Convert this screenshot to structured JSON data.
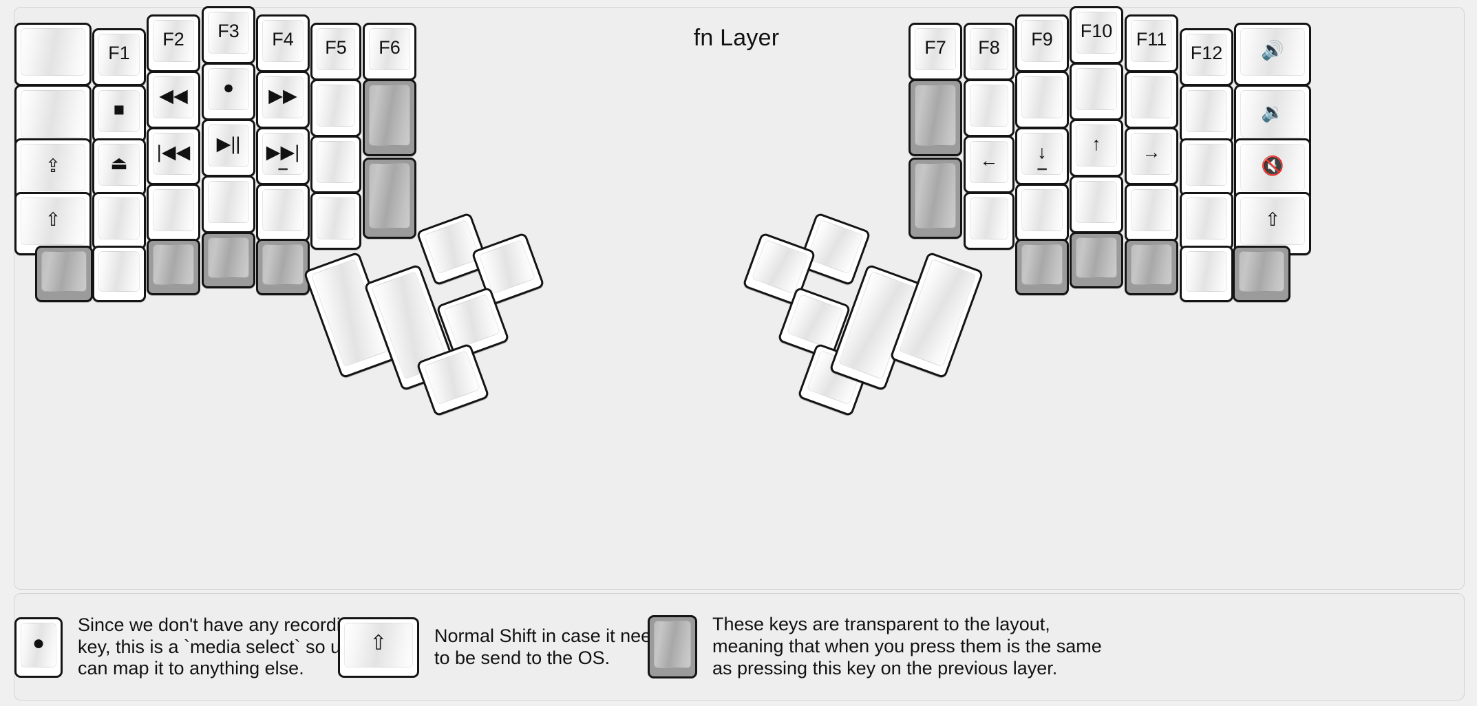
{
  "title": "fn Layer",
  "colors": {
    "page_background": "#f0f0f0",
    "panel_background": "#eeeeee",
    "key_face": "#ffffff",
    "key_border": "#141414",
    "transparent_key": "#9b9b9b",
    "text": "#111111"
  },
  "left_half": {
    "columns": [
      {
        "name": "col-pinky-outer",
        "keys": [
          {
            "label": "",
            "type": "blank"
          },
          {
            "label": "",
            "type": "blank"
          },
          {
            "label": "⇪",
            "type": "caps-lock"
          },
          {
            "label": "⇧",
            "type": "shift"
          }
        ]
      },
      {
        "name": "col-pinky-inner",
        "keys": [
          {
            "label": "F1",
            "type": "function"
          },
          {
            "label": "■",
            "type": "media-stop"
          },
          {
            "label": "⏏",
            "type": "media-eject"
          },
          {
            "label": "",
            "type": "blank"
          }
        ]
      },
      {
        "name": "col-ring",
        "keys": [
          {
            "label": "F2",
            "type": "function"
          },
          {
            "label": "◀◀",
            "type": "media-rewind"
          },
          {
            "label": "|◀◀",
            "type": "media-prev-track"
          },
          {
            "label": "",
            "type": "blank"
          }
        ]
      },
      {
        "name": "col-middle",
        "keys": [
          {
            "label": "F3",
            "type": "function"
          },
          {
            "label": "●",
            "type": "media-select-record"
          },
          {
            "label": "▶||",
            "type": "media-play-pause"
          },
          {
            "label": "",
            "type": "blank"
          }
        ]
      },
      {
        "name": "col-index",
        "keys": [
          {
            "label": "F4",
            "type": "function"
          },
          {
            "label": "▶▶",
            "type": "media-fast-forward"
          },
          {
            "label": "▶▶|",
            "type": "media-next-track",
            "sub": "▁"
          },
          {
            "label": "",
            "type": "blank"
          }
        ]
      },
      {
        "name": "col-index-inner",
        "keys": [
          {
            "label": "F5",
            "type": "function"
          },
          {
            "label": "",
            "type": "blank"
          },
          {
            "label": "",
            "type": "blank"
          },
          {
            "label": "",
            "type": "blank"
          }
        ]
      },
      {
        "name": "col-thumb-outer",
        "keys": [
          {
            "label": "F6",
            "type": "function"
          },
          {
            "label": "",
            "type": "transparent"
          },
          {
            "label": "",
            "type": "transparent"
          }
        ]
      }
    ],
    "bottom_row": [
      {
        "label": "",
        "type": "transparent"
      },
      {
        "label": "",
        "type": "blank"
      },
      {
        "label": "",
        "type": "transparent"
      },
      {
        "label": "",
        "type": "transparent"
      },
      {
        "label": "",
        "type": "transparent"
      }
    ],
    "thumb_cluster": [
      {
        "label": "",
        "type": "blank",
        "shape": "tall"
      },
      {
        "label": "",
        "type": "blank",
        "shape": "tall"
      },
      {
        "label": "",
        "type": "blank",
        "shape": "small"
      },
      {
        "label": "",
        "type": "blank",
        "shape": "small"
      },
      {
        "label": "",
        "type": "blank",
        "shape": "small"
      },
      {
        "label": "",
        "type": "blank",
        "shape": "small"
      }
    ]
  },
  "right_half": {
    "columns": [
      {
        "name": "col-thumb-outer",
        "keys": [
          {
            "label": "F7",
            "type": "function"
          },
          {
            "label": "",
            "type": "transparent"
          },
          {
            "label": "",
            "type": "transparent"
          }
        ]
      },
      {
        "name": "col-index-inner",
        "keys": [
          {
            "label": "F8",
            "type": "function"
          },
          {
            "label": "",
            "type": "blank"
          },
          {
            "label": "←",
            "type": "arrow-left"
          },
          {
            "label": "",
            "type": "blank"
          }
        ]
      },
      {
        "name": "col-index",
        "keys": [
          {
            "label": "F9",
            "type": "function"
          },
          {
            "label": "",
            "type": "blank"
          },
          {
            "label": "↓",
            "type": "arrow-down",
            "sub": "▁"
          },
          {
            "label": "",
            "type": "blank"
          }
        ]
      },
      {
        "name": "col-middle",
        "keys": [
          {
            "label": "F10",
            "type": "function"
          },
          {
            "label": "",
            "type": "blank"
          },
          {
            "label": "↑",
            "type": "arrow-up"
          },
          {
            "label": "",
            "type": "blank"
          }
        ]
      },
      {
        "name": "col-ring",
        "keys": [
          {
            "label": "F11",
            "type": "function"
          },
          {
            "label": "",
            "type": "blank"
          },
          {
            "label": "→",
            "type": "arrow-right"
          },
          {
            "label": "",
            "type": "blank"
          }
        ]
      },
      {
        "name": "col-pinky-inner",
        "keys": [
          {
            "label": "F12",
            "type": "function"
          },
          {
            "label": "",
            "type": "blank"
          },
          {
            "label": "",
            "type": "blank"
          },
          {
            "label": "",
            "type": "blank"
          }
        ]
      },
      {
        "name": "col-pinky-outer",
        "keys": [
          {
            "label": "🔊",
            "type": "volume-up"
          },
          {
            "label": "🔉",
            "type": "volume-down"
          },
          {
            "label": "🔇",
            "type": "volume-mute"
          },
          {
            "label": "⇧",
            "type": "shift"
          }
        ]
      }
    ],
    "bottom_row": [
      {
        "label": "",
        "type": "transparent"
      },
      {
        "label": "",
        "type": "transparent"
      },
      {
        "label": "",
        "type": "transparent"
      },
      {
        "label": "",
        "type": "blank"
      },
      {
        "label": "",
        "type": "transparent"
      }
    ],
    "thumb_cluster": [
      {
        "label": "",
        "type": "blank",
        "shape": "tall"
      },
      {
        "label": "",
        "type": "blank",
        "shape": "tall"
      },
      {
        "label": "",
        "type": "blank",
        "shape": "small"
      },
      {
        "label": "",
        "type": "blank",
        "shape": "small"
      },
      {
        "label": "",
        "type": "blank",
        "shape": "small"
      },
      {
        "label": "",
        "type": "blank",
        "shape": "small"
      }
    ]
  },
  "legend": [
    {
      "key_glyph": "●",
      "key_style": "normal",
      "text": "Since we don't have any recording\nkey, this is a `media select` so user\ncan map it to anything else."
    },
    {
      "key_glyph": "⇧",
      "key_style": "normal",
      "text": "Normal Shift in case it needs\nto be send to the OS."
    },
    {
      "key_glyph": "",
      "key_style": "transparent",
      "text": "These keys are transparent to the layout,\nmeaning that when you press them is the same\nas pressing this key on the previous layer."
    }
  ]
}
